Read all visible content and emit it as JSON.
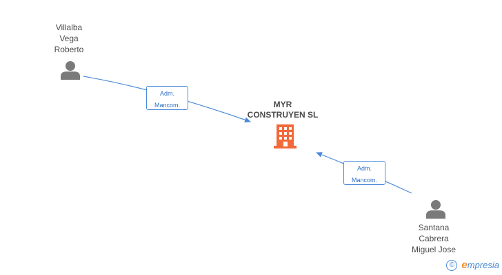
{
  "company": {
    "name_line1": "MYR",
    "name_line2": "CONSTRUYEN SL",
    "icon": "building-icon",
    "color": "#f26a3a"
  },
  "persons": [
    {
      "line1": "Villalba",
      "line2": "Vega",
      "line3": "Roberto",
      "icon": "person-icon"
    },
    {
      "line1": "Santana",
      "line2": "Cabrera",
      "line3": "Miguel Jose",
      "icon": "person-icon"
    }
  ],
  "edges": [
    {
      "label_line1": "Adm.",
      "label_line2": "Mancom."
    },
    {
      "label_line1": "Adm.",
      "label_line2": "Mancom."
    }
  ],
  "colors": {
    "edge": "#4a8ad8",
    "person": "#7a7a7a"
  },
  "brand": {
    "copyright_symbol": "©",
    "first_letter": "e",
    "rest": "mpresia"
  }
}
